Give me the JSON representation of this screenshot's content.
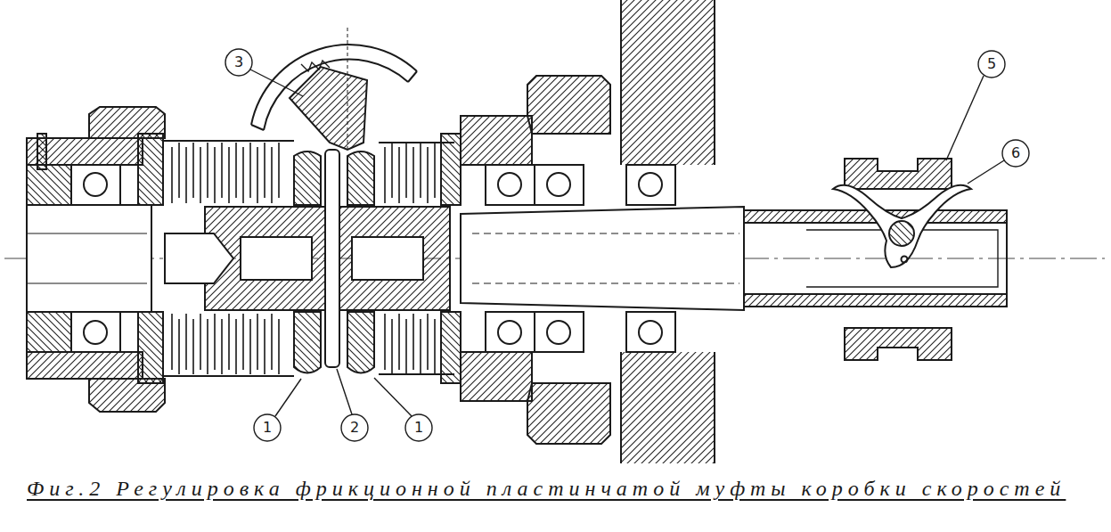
{
  "diagram": {
    "caption": "Фиг.2 Регулировка фрикционной пластинчатой муфты коробки скоростей",
    "labels": [
      "3",
      "5",
      "6",
      "1",
      "2",
      "1"
    ]
  }
}
